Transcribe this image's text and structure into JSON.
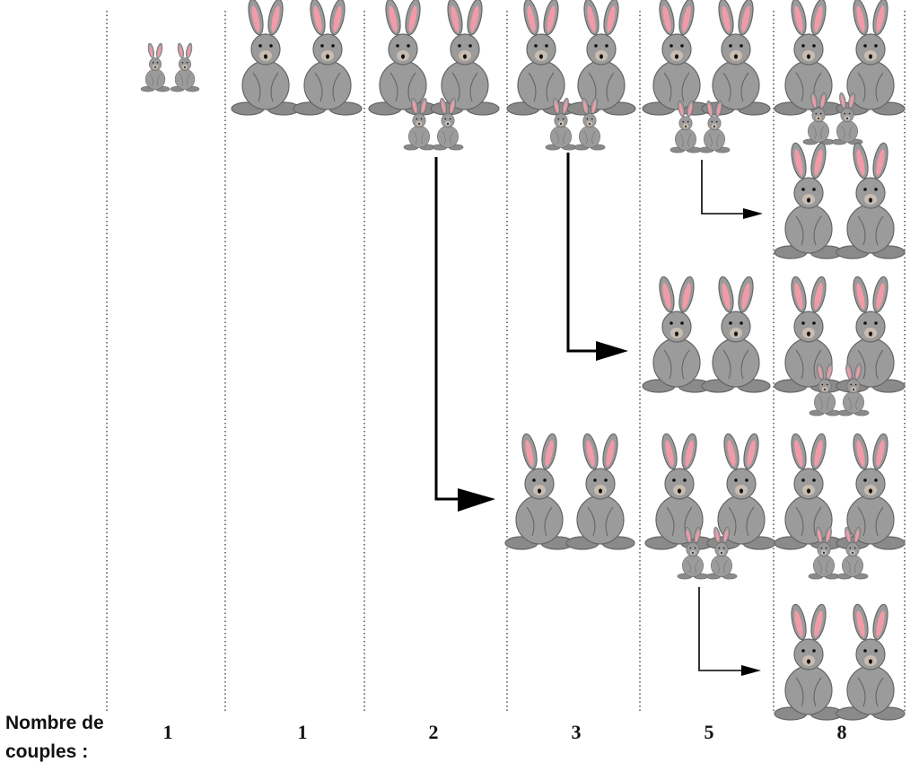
{
  "footer": {
    "label_line1": "Nombre de",
    "label_line2": "couples :",
    "counts": [
      "1",
      "1",
      "2",
      "3",
      "5",
      "8"
    ]
  },
  "colors": {
    "rabbit_body": "#9b9b9b",
    "rabbit_outline": "#6e6e6e",
    "ear_inner": "#f19aa8",
    "snout": "#c9bcb0",
    "arrow": "#000000",
    "divider": "#333333"
  },
  "icons": {
    "rabbit": "rabbit-icon",
    "arrow": "arrow-icon"
  }
}
